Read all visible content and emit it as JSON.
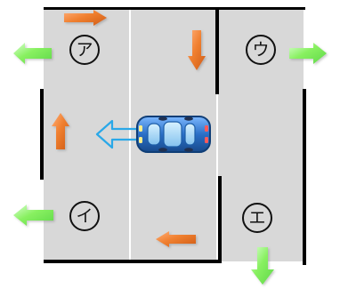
{
  "labels": {
    "a": "ア",
    "i": "イ",
    "u": "ウ",
    "e": "エ"
  },
  "colors": {
    "cell": "#d8d8d8",
    "wall": "#000000",
    "orange_arrow": "#f08030",
    "green_arrow": "#88f060",
    "blue_hint_arrow": "#2aa8e8",
    "car_body": "#2b6fc6"
  }
}
